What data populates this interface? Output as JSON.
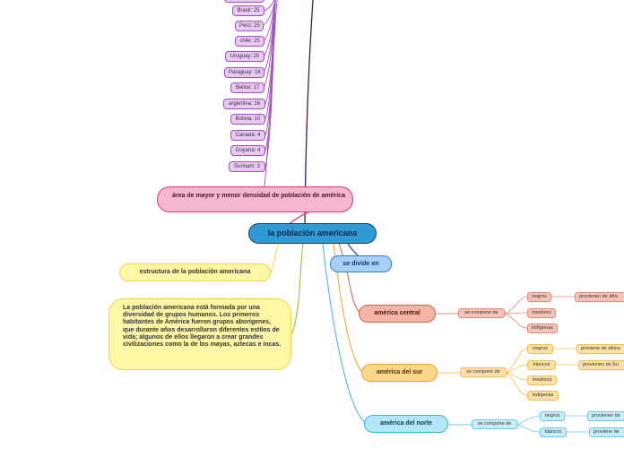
{
  "central": "la población americana",
  "density_node": "área de mayor y menor densidad de población de américa",
  "density_items": [
    "Brasil: 25",
    "Perú: 25",
    "chile: 25",
    "Uruguay: 20",
    "Paraguay: 18",
    "Belice: 17",
    "argentina: 16",
    "Bolivia: 10",
    "Canadá: 4",
    "Guyana: 4",
    "Surinam: 3"
  ],
  "structure_node": "estructura de la población americana",
  "description": "La población americana está formada por una diversidad de grupos humanos. Los primeros habitantes de América fueron grupos aborígenes, que durante años desarrollaron diferentes estilos de vida; algunos de ellos llegaron a crear grandes civilizaciones como la de los mayas, aztecas e incas.",
  "divide_node": "se divide en",
  "regions": [
    {
      "name": "américa central",
      "connector": "se compone de",
      "groups": [
        {
          "label": "negros",
          "detail": "provienen de áfric"
        },
        {
          "label": "mestizos"
        },
        {
          "label": "indígenas"
        }
      ]
    },
    {
      "name": "américa del sur",
      "connector": "se compone de",
      "groups": [
        {
          "label": "negros",
          "detail": "proviene de áfrica"
        },
        {
          "label": "blancos",
          "detail": "provienen de Eu"
        },
        {
          "label": "mestizos"
        },
        {
          "label": "indígenas"
        }
      ]
    },
    {
      "name": "américa del norte",
      "connector": "se compone de",
      "groups": [
        {
          "label": "negros",
          "detail": "provienen de"
        },
        {
          "label": "blancos",
          "detail": "proviene de"
        }
      ]
    }
  ],
  "colors": {
    "central": "#2f9bd6",
    "density_branch": "#a24fc0",
    "density_node": "#f7b6cf",
    "structure": "#fff6a6",
    "divide": "#a8cff5",
    "central_america": "#f4b5a6",
    "south_america": "#fcd68b",
    "north_america": "#b3e7f7"
  }
}
